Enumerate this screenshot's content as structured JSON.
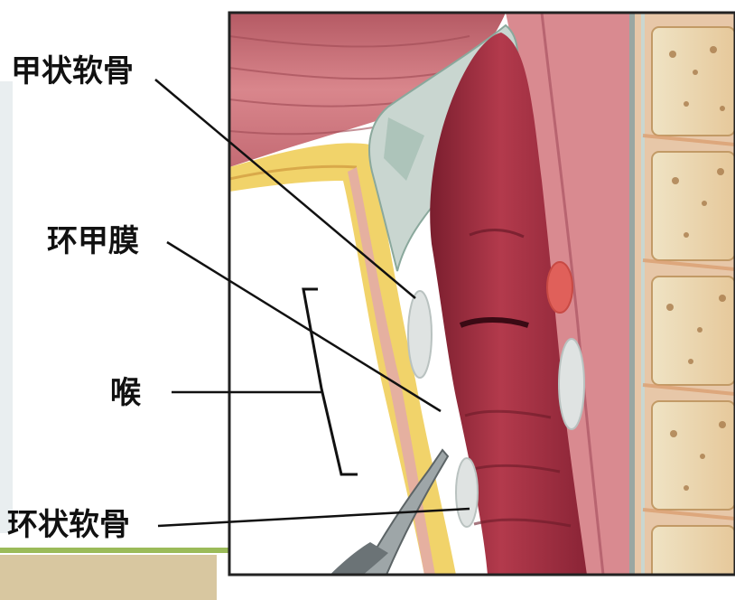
{
  "labels": {
    "thyroid_cartilage": "甲状软骨",
    "cricothyroid_membrane": "环甲膜",
    "larynx": "喉",
    "cricoid_cartilage": "环状软骨"
  },
  "colors": {
    "slide_accent_green": "#9bbb59",
    "slide_accent_tan": "#c9b48a",
    "frame": "#222222",
    "airway": "#9a2a3a",
    "vertebra": "#e8cfa0",
    "muscle": "#c8707a",
    "fat_layer": "#f1d36a",
    "cartilage": "#c9d6d0"
  }
}
